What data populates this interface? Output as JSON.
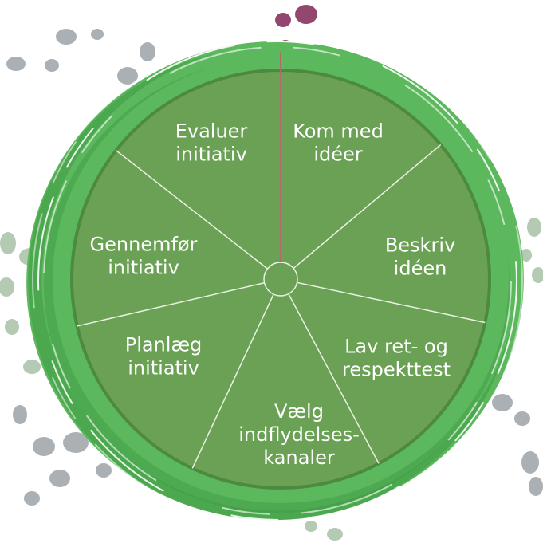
{
  "colors": {
    "brush": "#5cb85c",
    "brush_dark": "#3f9a44",
    "disc": "#6aa155",
    "disc_edge": "#4d8a40",
    "divider": "#e9f2e3",
    "marker_line": "#b06a6a",
    "splatter_gray": "#8f959c",
    "splatter_green": "#9bb89a",
    "splatter_purple": "#8e3d66"
  },
  "segments": [
    {
      "id": "kom-med-ideer",
      "lines": [
        "Kom med",
        "idéer"
      ]
    },
    {
      "id": "beskriv-ideen",
      "lines": [
        "Beskriv",
        "idéen"
      ]
    },
    {
      "id": "lav-ret-og-respekttest",
      "lines": [
        "Lav ret- og",
        "respekttest"
      ]
    },
    {
      "id": "vaelg-indflydelseskanaler",
      "lines": [
        "Vælg",
        "indflydelses-",
        "kanaler"
      ]
    },
    {
      "id": "planlaeg-initiativ",
      "lines": [
        "Planlæg",
        "initiativ"
      ]
    },
    {
      "id": "gennemfoer-initiativ",
      "lines": [
        "Gennemfør",
        "initiativ"
      ]
    },
    {
      "id": "evaluer-initiativ",
      "lines": [
        "Evaluer",
        "initiativ"
      ]
    }
  ]
}
